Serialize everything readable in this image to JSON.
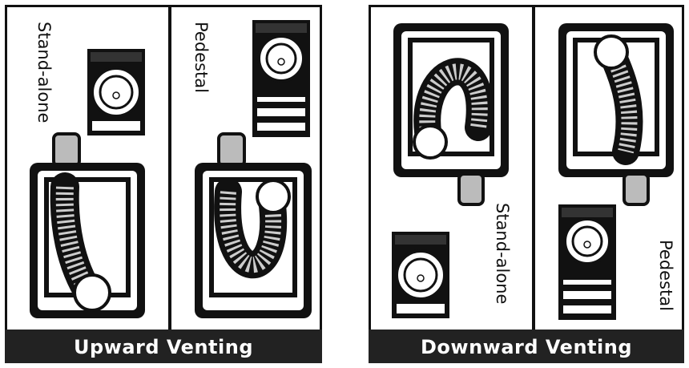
{
  "panels": {
    "upward": {
      "title": "Upward Venting",
      "labels": {
        "stand_alone": "Stand-alone",
        "pedestal": "Pedestal"
      }
    },
    "downward": {
      "title": "Downward Venting",
      "labels": {
        "stand_alone": "Stand-alone",
        "pedestal": "Pedestal"
      }
    }
  },
  "colors": {
    "ink": "#111111",
    "banner": "#222222",
    "paper": "#ffffff",
    "metal": "#bbbbbb"
  }
}
